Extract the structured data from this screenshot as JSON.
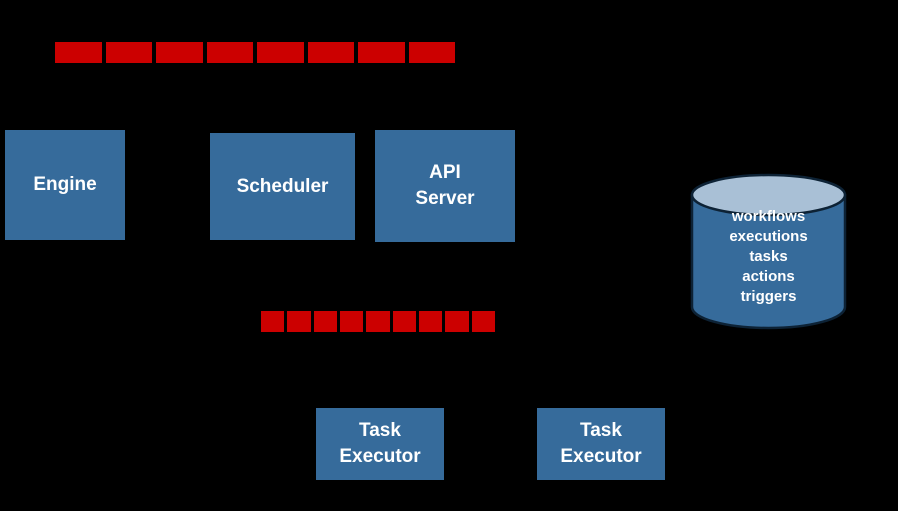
{
  "boxes": {
    "engine": {
      "label": "Engine"
    },
    "scheduler": {
      "label": "Scheduler"
    },
    "api_server": {
      "label": "API\nServer"
    },
    "task_executor_1": {
      "label": "Task\nExecutor"
    },
    "task_executor_2": {
      "label": "Task\nExecutor"
    }
  },
  "queues": {
    "top": {
      "segment_count": 8
    },
    "middle": {
      "segment_count": 9
    }
  },
  "database": {
    "items": [
      "workflows",
      "executions",
      "tasks",
      "actions",
      "triggers"
    ]
  },
  "colors": {
    "background": "#000000",
    "box_fill": "#366b9b",
    "queue_segment": "#cc0000",
    "cylinder_body": "#366b9b",
    "cylinder_top": "#a9c0d6",
    "cylinder_outline": "#0d2235",
    "label_text": "#ffffff"
  }
}
